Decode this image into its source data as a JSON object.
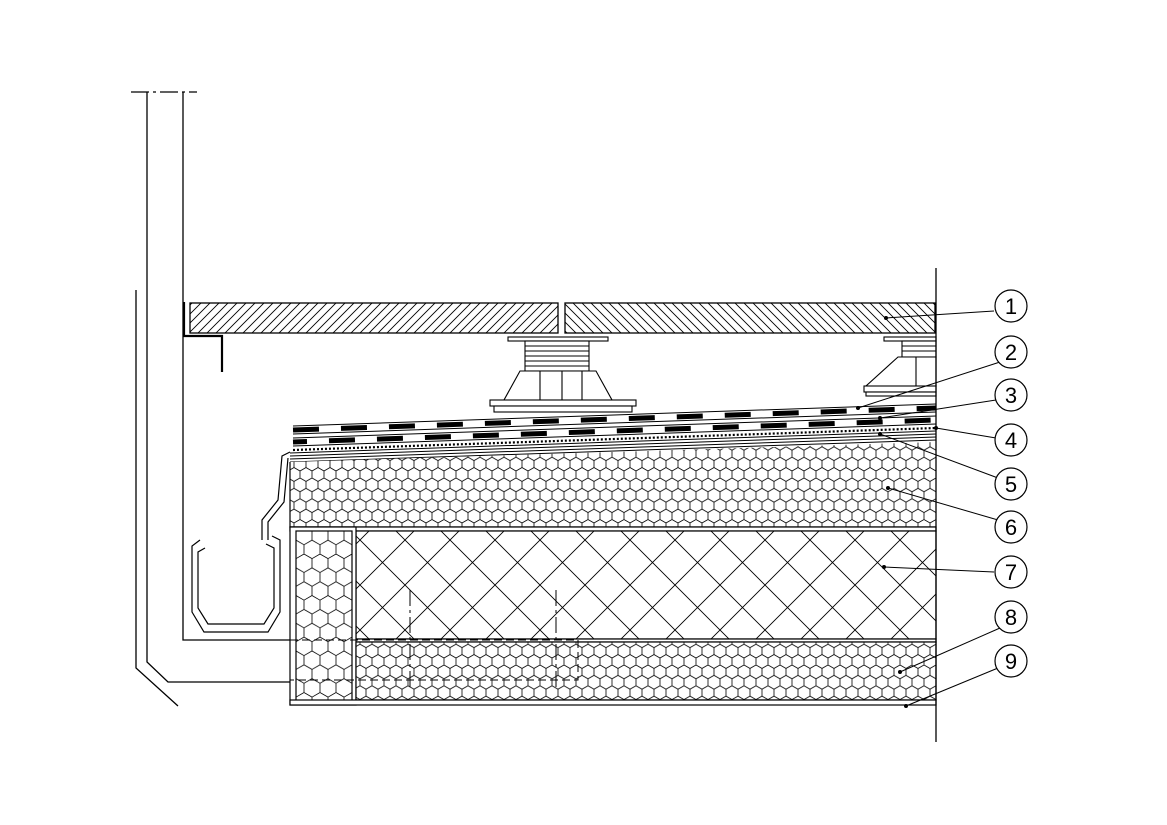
{
  "diagram": {
    "callouts": [
      {
        "label": "1"
      },
      {
        "label": "2"
      },
      {
        "label": "3"
      },
      {
        "label": "4"
      },
      {
        "label": "5"
      },
      {
        "label": "6"
      },
      {
        "label": "7"
      },
      {
        "label": "8"
      },
      {
        "label": "9"
      }
    ]
  },
  "colors": {
    "line": "#000000",
    "background": "#ffffff"
  }
}
